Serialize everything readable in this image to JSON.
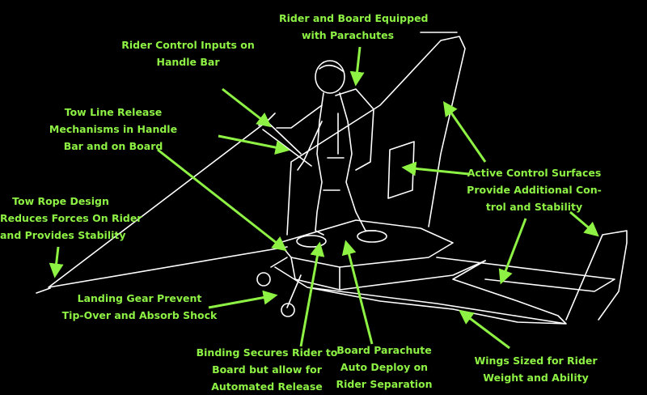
{
  "labels": {
    "parachutes": {
      "lines": [
        "Rider and Board Equipped",
        "with Parachutes"
      ]
    },
    "control_inputs": {
      "lines": [
        "Rider Control Inputs on",
        "Handle Bar"
      ]
    },
    "tow_release": {
      "lines": [
        "Tow Line Release",
        "Mechanisms in Handle",
        "Bar and on Board"
      ]
    },
    "tow_rope": {
      "lines": [
        "Tow Rope Design",
        "Reduces Forces On Rider",
        "and Provides Stability"
      ]
    },
    "control_surfaces": {
      "lines": [
        "Active Control Surfaces",
        "Provide Additional Con-",
        "trol and Stability"
      ]
    },
    "landing_gear": {
      "lines": [
        "Landing Gear Prevent",
        "Tip-Over and Absorb Shock"
      ]
    },
    "binding": {
      "lines": [
        "Binding Secures Rider to",
        "Board but allow for",
        "Automated Release"
      ]
    },
    "board_parachute": {
      "lines": [
        "Board Parachute",
        "Auto Deploy on",
        "Rider Separation"
      ]
    },
    "wings": {
      "lines": [
        "Wings Sized for Rider",
        "Weight and Ability"
      ]
    }
  },
  "colors": {
    "background": "#000000",
    "label": "#8ef244",
    "arrow": "#8ef244",
    "drawing": "#ffffff"
  }
}
